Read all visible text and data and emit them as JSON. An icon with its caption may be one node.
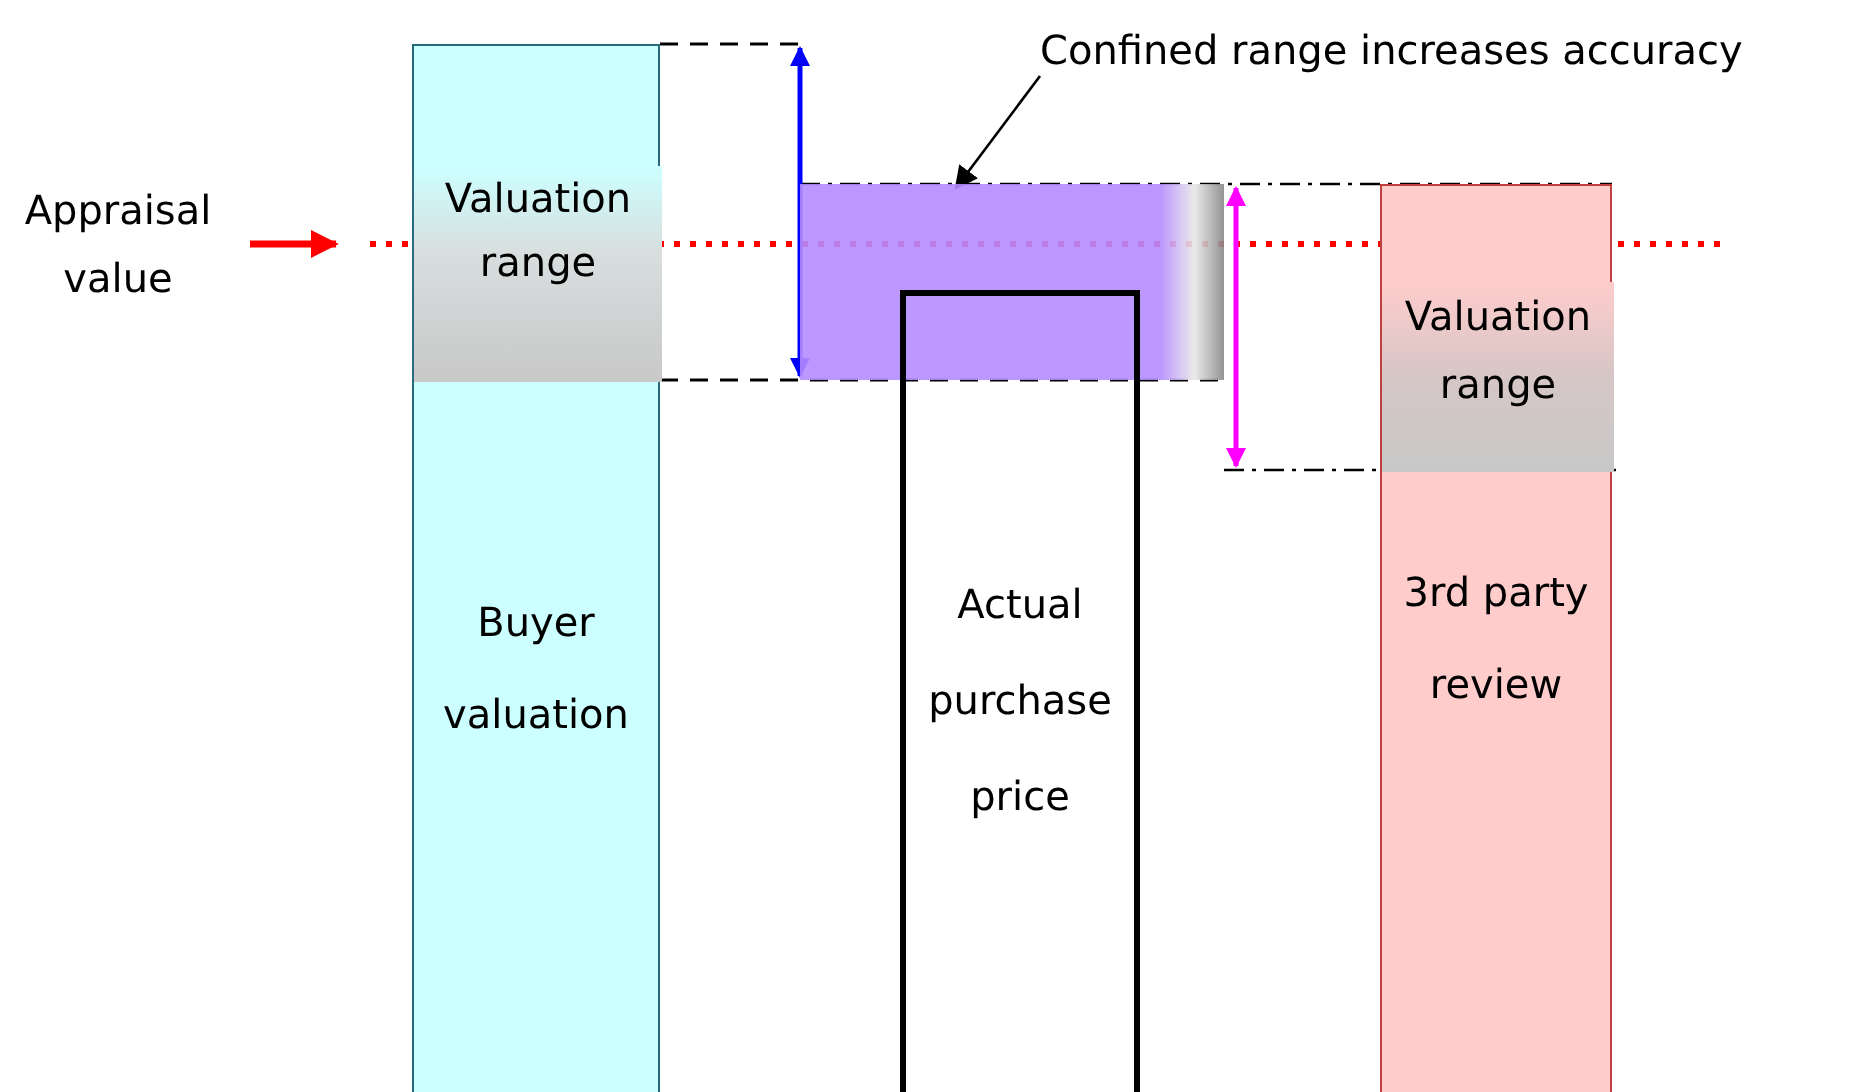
{
  "diagram": {
    "nodes": [
      {
        "text": [
          "Appraisal value"
        ]
      },
      {
        "text": [
          "Buyer valuation"
        ]
      },
      {
        "text": [
          "Valuation range"
        ],
        "in": 1
      },
      {
        "text": [
          "Actual purchase price"
        ]
      },
      {
        "text": [],
        "shape": "box"
      },
      {
        "text": [
          "3rd party review"
        ]
      },
      {
        "text": [
          "Valuation range"
        ],
        "in": 5
      },
      {
        "text": [
          "Confined range increases accuracy"
        ]
      }
    ],
    "edges": [
      {
        "from": 0,
        "to": null,
        "arrow": "to",
        "color": "#ff0000",
        "style": "thick"
      },
      {
        "from": 7,
        "to": 4,
        "arrow": "to",
        "color": "#000000"
      }
    ]
  }
}
